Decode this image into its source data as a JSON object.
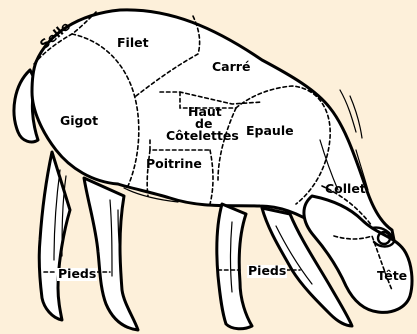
{
  "labels": {
    "selle": "Selle",
    "filet": "Filet",
    "carre": "Carré",
    "gigot": "Gigot",
    "haut_line1": "Haut",
    "haut_line2": "de",
    "haut_line3": "Côtelettes",
    "epaule": "Epaule",
    "poitrine": "Poitrine",
    "collet": "Collet",
    "pieds_back": "Pieds",
    "pieds_front": "Pieds",
    "tete": "Tête"
  }
}
